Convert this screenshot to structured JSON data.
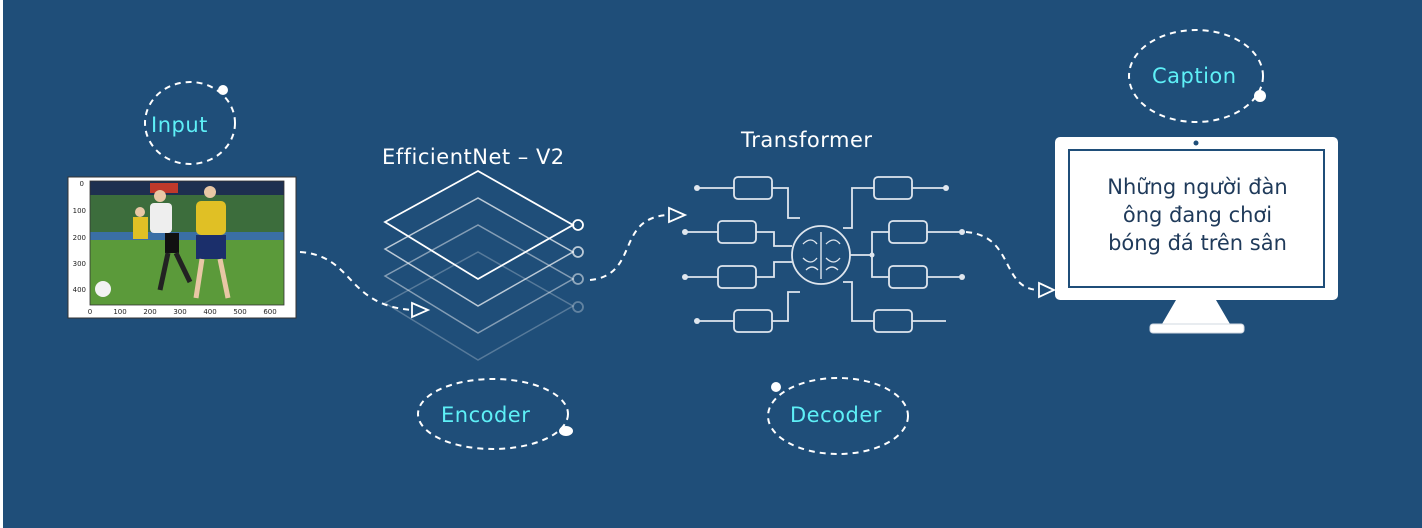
{
  "labels": {
    "input": "Input",
    "encoder_model": "EfficientNet – V2",
    "encoder": "Encoder",
    "decoder_model": "Transformer",
    "decoder": "Decoder",
    "caption": "Caption"
  },
  "caption_output": {
    "line1": "Những người đàn",
    "line2": "ông đang chơi",
    "line3": "bóng đá trên sân"
  },
  "input_plot": {
    "y_ticks": [
      "0",
      "100",
      "200",
      "300",
      "400"
    ],
    "x_ticks": [
      "0",
      "100",
      "200",
      "300",
      "400",
      "500",
      "600"
    ]
  },
  "colors": {
    "background": "#1f4e79",
    "accent_text": "#5ef0f7",
    "line": "#dfe6ee",
    "caption_text": "#1f3a5a"
  }
}
